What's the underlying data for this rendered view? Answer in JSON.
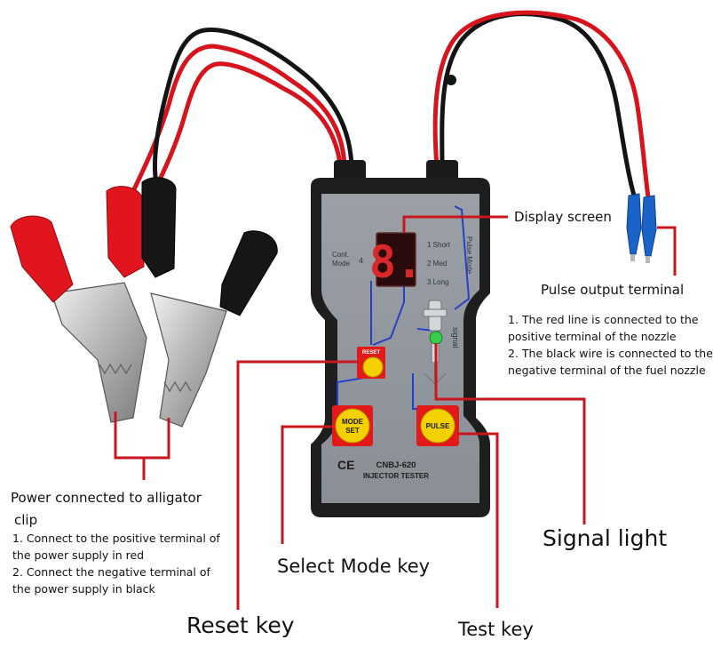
{
  "device": {
    "model": "CNBJ-620",
    "name": "INJECTOR TESTER",
    "ce_mark": "CE",
    "digit": "8.",
    "cont_mode_label": "Cont. Mode",
    "cont_mode_number": "4",
    "modes": [
      {
        "number": "1",
        "label": "Short"
      },
      {
        "number": "2",
        "label": "Med"
      },
      {
        "number": "3",
        "label": "Long"
      }
    ],
    "pulse_mode_label": "Pulse Mode",
    "signal_label": "signal",
    "reset_button_label": "RESET",
    "mode_set_button_label": [
      "MODE",
      "SET"
    ],
    "pulse_button_label": "PULSE"
  },
  "callouts": {
    "display_screen": "Display screen",
    "pulse_output_terminal": {
      "title": "Pulse output terminal",
      "lines": [
        "1. The red line is connected to the",
        "positive terminal of the nozzle",
        "2. The black wire is connected to the",
        "negative terminal of the fuel nozzle"
      ]
    },
    "alligator": {
      "title_line1": "Power connected to alligator",
      "title_line2": "clip",
      "lines": [
        "1. Connect to the positive terminal of",
        "the power supply in red",
        "2. Connect the negative terminal of",
        "the power supply in black"
      ]
    },
    "signal_light": "Signal light",
    "select_mode_key": "Select Mode key",
    "reset_key": "Reset key",
    "test_key": "Test key"
  },
  "colors": {
    "callout_line": "#c8161e",
    "device_body": "#1e1e1e",
    "device_panel": "#8f949a",
    "button_yellow": "#f3d000",
    "button_red": "#e21a1a",
    "signal_led": "#33d14a",
    "circuit_blue": "#2540c8",
    "red_wire": "#d7141d",
    "black_wire": "#141414",
    "terminal_blue": "#1b63c9"
  }
}
